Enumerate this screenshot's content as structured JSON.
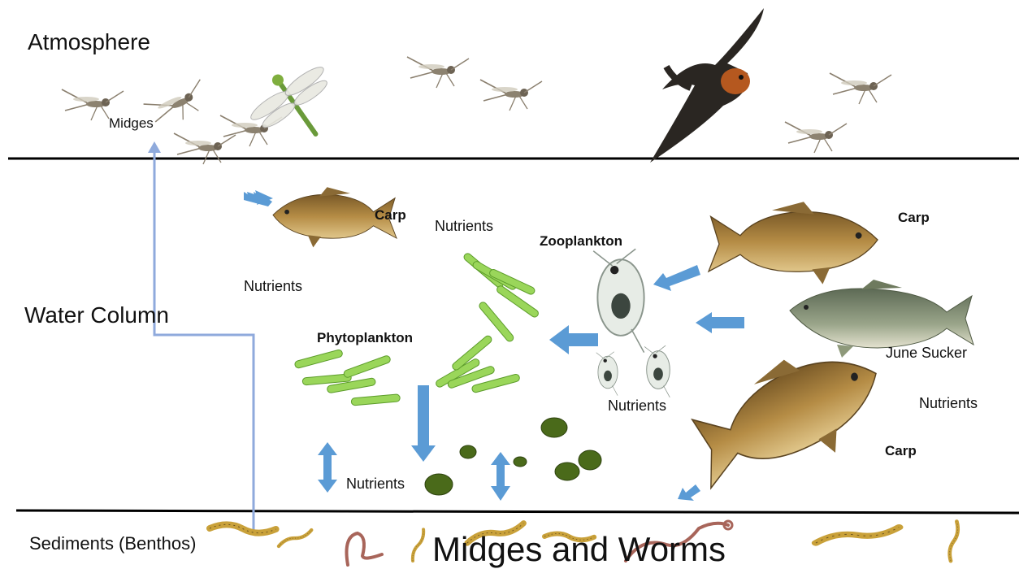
{
  "zones": {
    "atmosphere": "Atmosphere",
    "water_column": "Water Column",
    "sediments": "Sediments (Benthos)"
  },
  "labels": {
    "midges": "Midges",
    "carp_top_left": "Carp",
    "carp_top_right": "Carp",
    "carp_bottom_right": "Carp",
    "nutrients_1": "Nutrients",
    "nutrients_2": "Nutrients",
    "nutrients_3": "Nutrients",
    "nutrients_4": "Nutrients",
    "nutrients_5": "Nutrients",
    "zooplankton": "Zooplankton",
    "phytoplankton": "Phytoplankton",
    "june_sucker": "June Sucker",
    "midges_and_worms": "Midges and Worms"
  },
  "colors": {
    "arrow_fill": "#5b9bd5",
    "midge_line": "#8faadc",
    "algae": "#8fd14f",
    "carp": "#a07a3a",
    "sucker": "#7d8a6a"
  }
}
